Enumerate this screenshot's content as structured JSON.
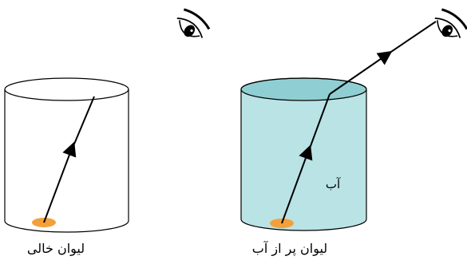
{
  "labels": {
    "empty_glass": "لیوان خالی",
    "full_glass": "لیوان پر از آب",
    "water": "آب"
  },
  "colors": {
    "water_fill": "#b9e3e5",
    "water_surface": "#8fcfd3",
    "coin": "#f4a03a",
    "outline": "#000000"
  },
  "icons": {
    "eye": "eye-icon"
  }
}
